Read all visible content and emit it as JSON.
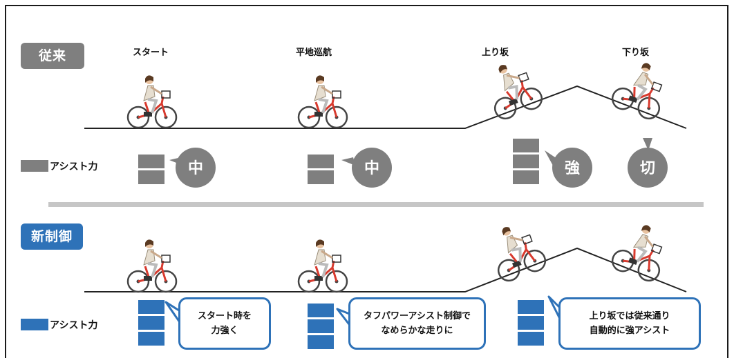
{
  "conventional": {
    "badge": "従来",
    "stages": [
      "スタート",
      "平地巡航",
      "上り坂",
      "下り坂"
    ],
    "legend": "アシスト力",
    "assist_levels": [
      "中",
      "中",
      "強",
      "切"
    ]
  },
  "new_control": {
    "badge": "新制御",
    "legend": "アシスト力",
    "callouts": [
      {
        "line1": "スタート時を",
        "line2": "力強く"
      },
      {
        "line1": "タフパワーアシスト制御で",
        "line2": "なめらかな走りに"
      },
      {
        "line1": "上り坂では従来通り",
        "line2": "自動的に強アシスト"
      }
    ]
  },
  "colors": {
    "gray": "#7f7f7f",
    "blue": "#2e72b8",
    "divider": "#c6c6c6",
    "bike_red": "#d83a2e"
  }
}
